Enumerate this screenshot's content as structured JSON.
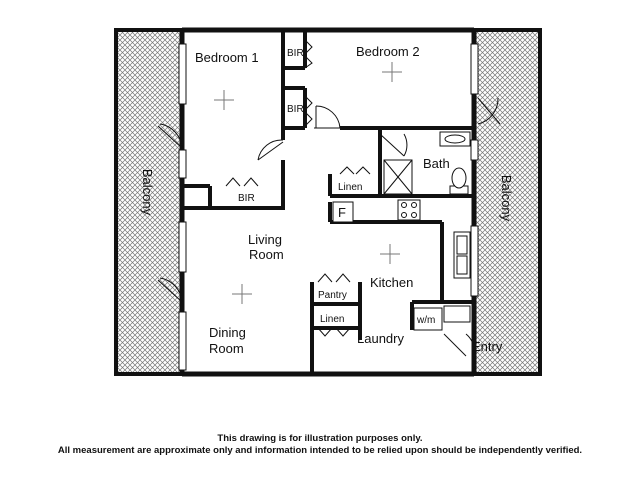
{
  "rooms": {
    "bedroom1": "Bedroom 1",
    "bedroom2": "Bedroom 2",
    "bir": "BIR",
    "balcony": "Balcony",
    "bath": "Bath",
    "linen": "Linen",
    "fridge": "F",
    "living": "Living",
    "room": "Room",
    "kitchen": "Kitchen",
    "pantry": "Pantry",
    "dining": "Dining",
    "laundry": "Laundry",
    "washing_machine": "w/m",
    "entry": "Entry"
  },
  "disclaimer": {
    "line1": "This drawing is for illustration purposes only.",
    "line2": "All measurement are approximate only and information intended to be relied upon should be independently verified."
  }
}
